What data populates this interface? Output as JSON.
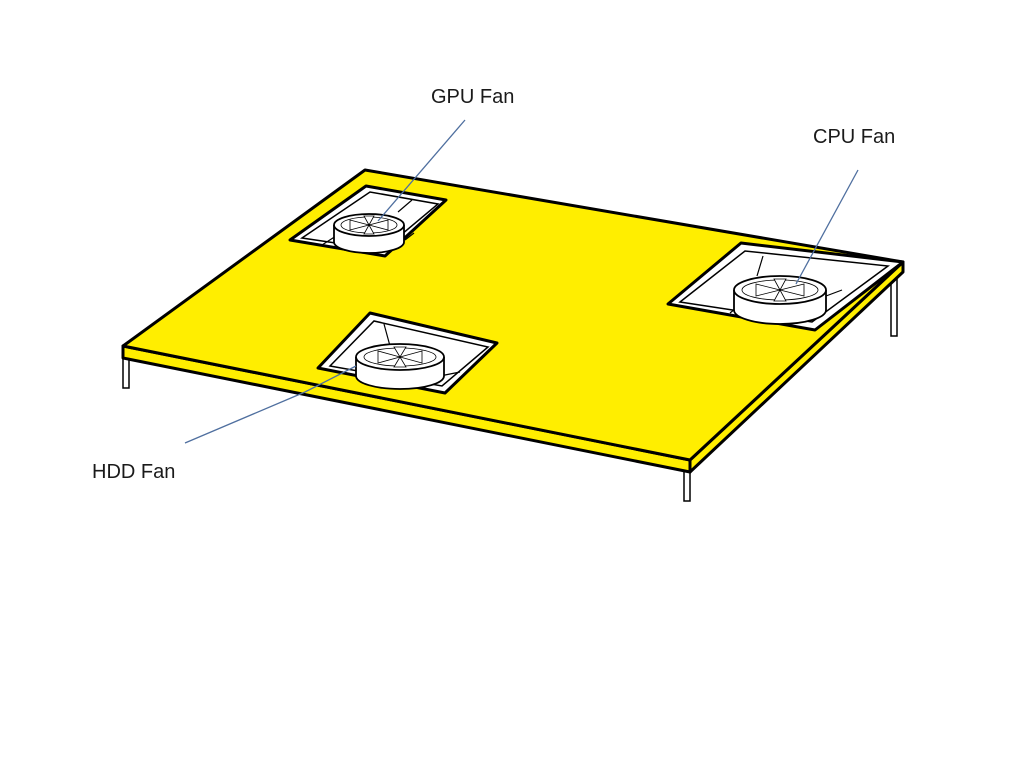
{
  "labels": {
    "gpu": "GPU Fan",
    "cpu": "CPU Fan",
    "hdd": "HDD Fan"
  },
  "colors": {
    "board": "#ffee00",
    "board_edge": "#e6cf00",
    "opening": "#ffffff",
    "line": "#000000",
    "leader": "#4f6f9f"
  },
  "icons": {
    "fan": "fan-icon"
  }
}
